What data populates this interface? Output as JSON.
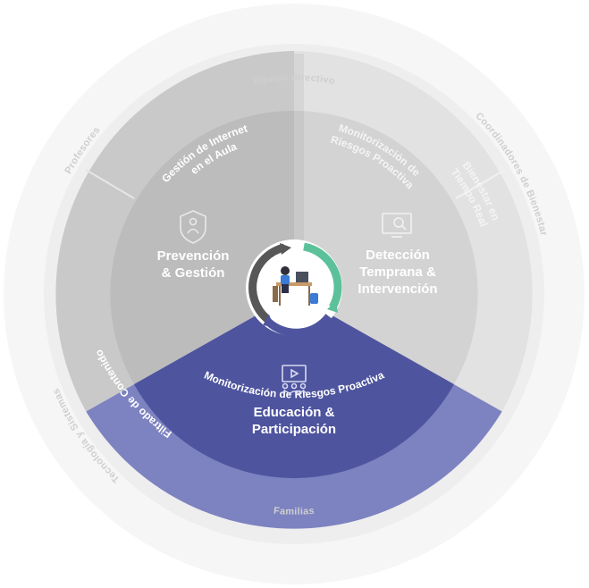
{
  "outer_ring": {
    "top": "Equipo directivo",
    "top_left": "Profesores",
    "left": "Tecnología y Sistemas",
    "right": "Coordinadores de Bienestar",
    "bottom": "Familias"
  },
  "sectors": {
    "prevention": {
      "title_line1": "Prevención",
      "title_line2": "& Gestión",
      "icon": "shield-person-icon",
      "outer_segments": {
        "top_line1": "Gestión de Internet",
        "top_line2": "en el Aula",
        "left": "Filtrado de Contenido"
      }
    },
    "detection": {
      "title_line1": "Detección",
      "title_line2": "Temprana &",
      "title_line3": "Intervención",
      "icon": "monitor-search-icon",
      "outer_segments": {
        "top_line1": "Monitorización de",
        "top_line2": "Riesgos Proactiva",
        "right_line1": "Bienestar en",
        "right_line2": "Tiempo Real"
      }
    },
    "education": {
      "title_line1": "Educación &",
      "title_line2": "Participación",
      "icon": "presentation-audience-icon",
      "outer_segments": {
        "bottom": "Monitorización de Riesgos Proactiva"
      }
    }
  },
  "center": {
    "icon": "student-at-desk-icon"
  },
  "colors": {
    "outer_ring": "#f4f4f4",
    "prevention_outer": "#c9c9c9",
    "prevention_inner": "#bdbdbd",
    "detection_outer": "#e1e1e1",
    "detection_inner": "#d4d4d4",
    "education_outer": "#7b80bf",
    "education_inner": "#4e549e",
    "arc_green": "#5cc19b",
    "arc_gray": "#555555"
  }
}
